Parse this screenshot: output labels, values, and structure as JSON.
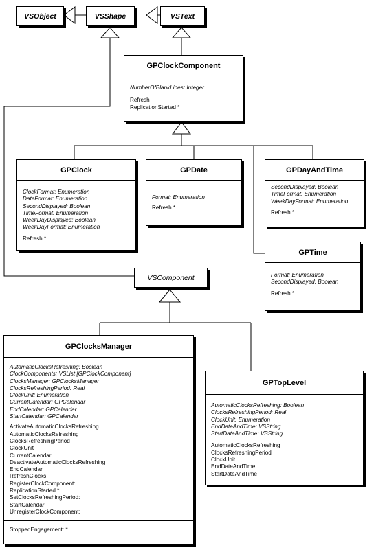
{
  "classes": {
    "vsobject": {
      "name": "VSObject"
    },
    "vsshape": {
      "name": "VSShape"
    },
    "vstext": {
      "name": "VSText"
    },
    "vscomponent": {
      "name": "VSComponent"
    },
    "gpclockcomponent": {
      "name": "GPClockComponent",
      "attributes": [
        "NumberOfBlankLines: Integer"
      ],
      "operations": [
        "Refresh",
        "ReplicationStarted *"
      ]
    },
    "gpclock": {
      "name": "GPClock",
      "attributes": [
        "ClockFormat: Enumeration",
        "DateFormat: Enumeration",
        "SecondDisplayed: Boolean",
        "TimeFormat: Enumeration",
        "WeekDayDisplayed: Boolean",
        "WeekDayFormat: Enumeration"
      ],
      "operations": [
        "Refresh *"
      ]
    },
    "gpdate": {
      "name": "GPDate",
      "attributes": [
        "Format: Enumeration"
      ],
      "operations": [
        "Refresh *"
      ]
    },
    "gpdayandtime": {
      "name": "GPDayAndTime",
      "attributes": [
        "SecondDisplayed: Boolean",
        "TimeFormat: Enumeration",
        "WeekDayFormat: Enumeration"
      ],
      "operations": [
        "Refresh *"
      ]
    },
    "gptime": {
      "name": "GPTime",
      "attributes": [
        "Format: Enumeration",
        "SecondDisplayed: Boolean"
      ],
      "operations": [
        "Refresh *"
      ]
    },
    "gpclocksmanager": {
      "name": "GPClocksManager",
      "attributes": [
        "AutomaticClocksRefreshing: Boolean",
        "ClockComponents: VSList [GPClockComponent]",
        "ClocksManager: GPClocksManager",
        "ClocksRefreshingPeriod: Real",
        "ClockUnit: Enumeration",
        "CurrentCalendar: GPCalendar",
        "EndCalendar: GPCalendar",
        "StartCalendar: GPCalendar"
      ],
      "operations": [
        "ActivateAutomaticClocksRefreshing",
        "AutomaticClocksRefreshing",
        "ClocksRefreshingPeriod",
        "ClockUnit",
        "CurrentCalendar",
        "DeactivateAutomaticClocksRefreshing",
        "EndCalendar",
        "RefreshClocks",
        "RegisterClockComponent:",
        "ReplicationStarted *",
        "SetClocksRefreshingPeriod:",
        "StartCalendar",
        "UnregisterClockComponent:"
      ],
      "extra": [
        "StoppedEngagement: *"
      ]
    },
    "gptoplevel": {
      "name": "GPTopLevel",
      "attributes": [
        "AutomaticClocksRefreshing: Boolean",
        "ClocksRefreshingPeriod: Real",
        "ClockUnit: Enumeration",
        "EndDateAndTime: VSString",
        "StartDateAndTime: VSString"
      ],
      "operations": [
        "AutomaticClocksRefreshing",
        "ClocksRefreshingPeriod",
        "ClockUnit",
        "EndDateAndTime",
        "StartDateAndTime"
      ]
    }
  }
}
